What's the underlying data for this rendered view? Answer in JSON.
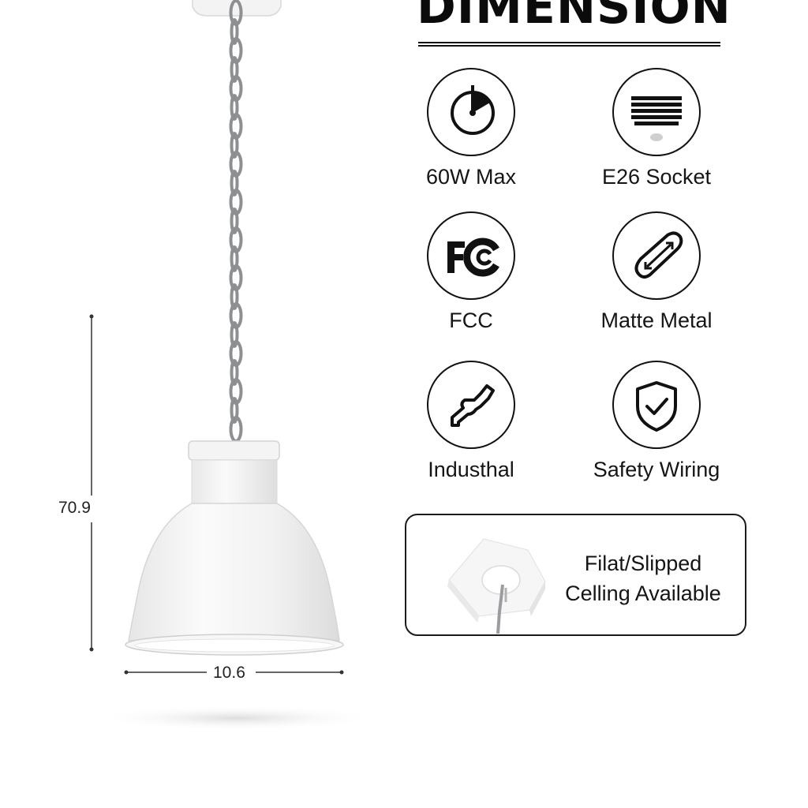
{
  "title": "DIMENSION",
  "features": [
    {
      "icon": "power-gauge-icon",
      "label": "60W Max"
    },
    {
      "icon": "e26-socket-icon",
      "label": "E26 Socket"
    },
    {
      "icon": "fcc-logo-icon",
      "label": "FCC"
    },
    {
      "icon": "matte-metal-icon",
      "label": "Matte Metal"
    },
    {
      "icon": "industrial-pipe-icon",
      "label": "Industhal"
    },
    {
      "icon": "shield-check-icon",
      "label": "Safety Wiring"
    }
  ],
  "ceiling": {
    "line1": "Filat/Slipped",
    "line2": "Celling Available"
  },
  "dimensions": {
    "height": "70.9",
    "width": "10.6"
  },
  "colors": {
    "lamp": "#f4f4f4",
    "chain": "#8d8f93",
    "ink": "#111111"
  }
}
